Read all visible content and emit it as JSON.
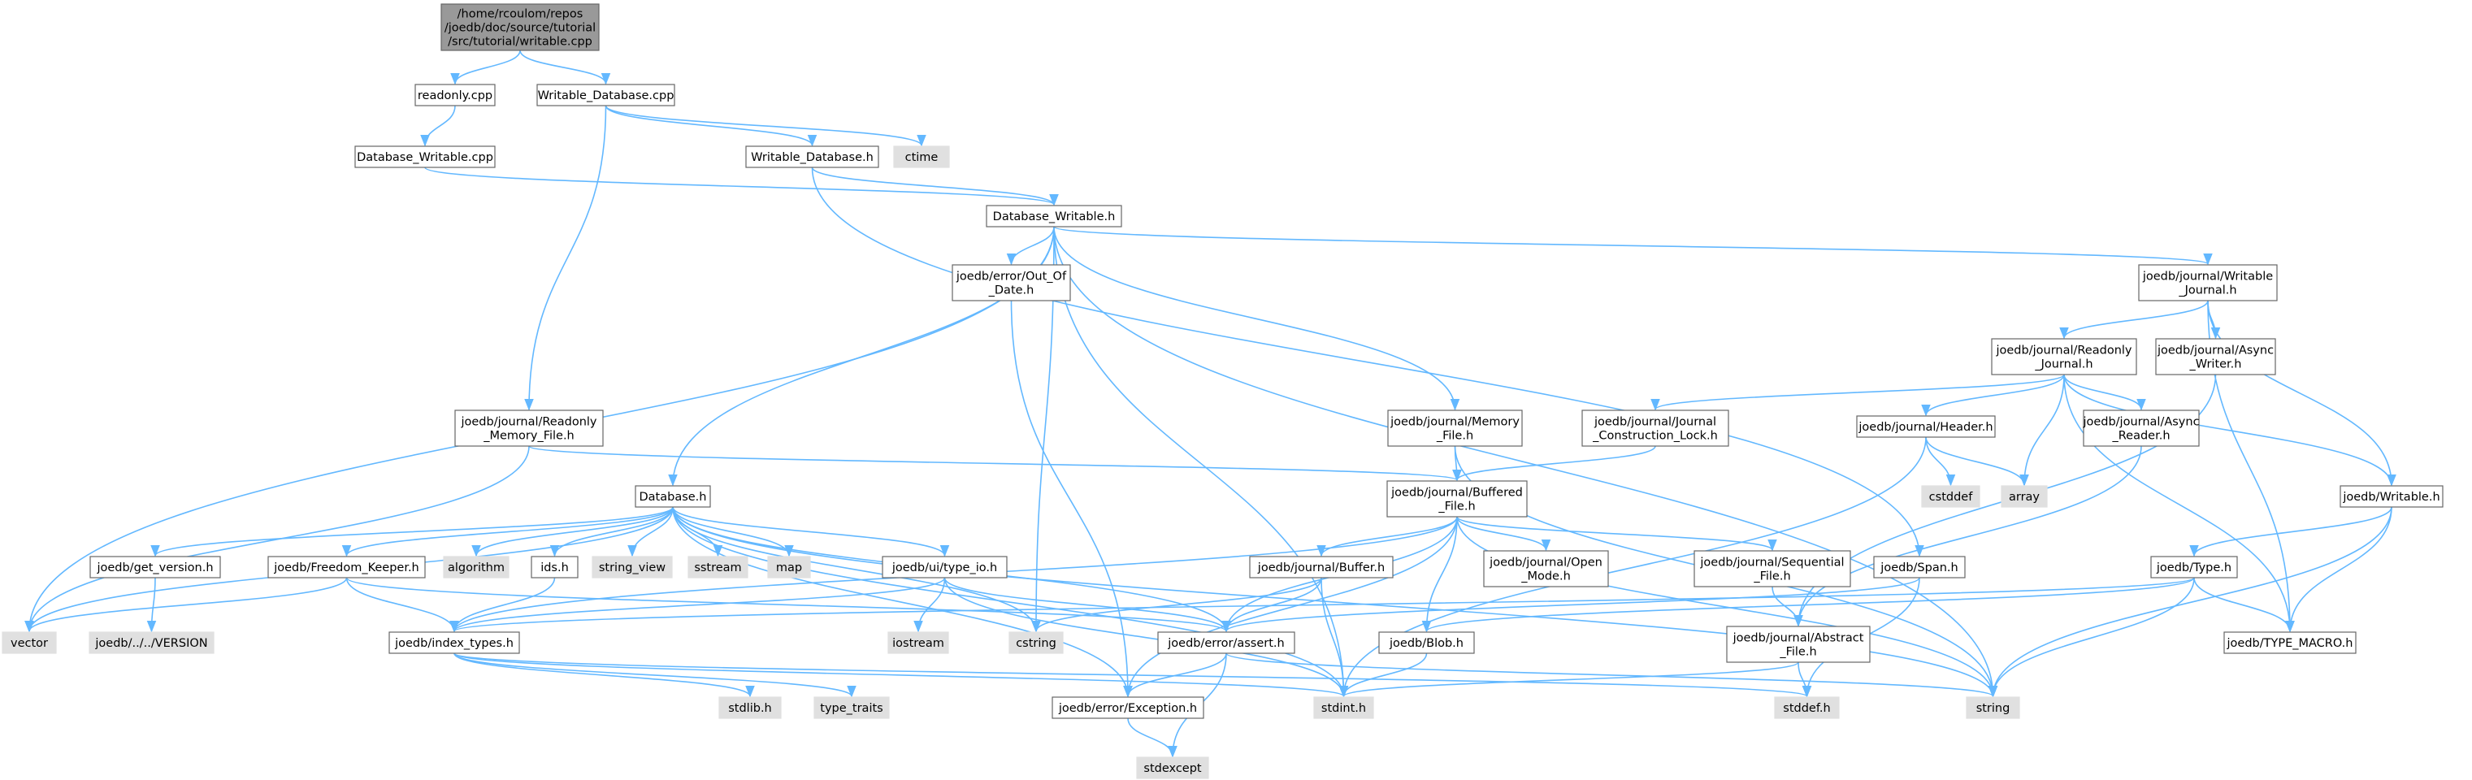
{
  "colors": {
    "edge": "#63b8ff",
    "root_fill": "#999999",
    "root_stroke": "#666666",
    "file_fill": "#ffffff",
    "file_stroke": "#666666",
    "system_fill": "#e0e0e0",
    "system_stroke": "#e0e0e0"
  },
  "nodes": [
    {
      "id": "root",
      "kind": "root",
      "label": [
        "/home/rcoulom/repos",
        "/joedb/doc/source/tutorial",
        "/src/tutorial/writable.cpp"
      ]
    },
    {
      "id": "readonly_cpp",
      "kind": "file",
      "label": [
        "readonly.cpp"
      ]
    },
    {
      "id": "writable_database_cpp",
      "kind": "file",
      "label": [
        "Writable_Database.cpp"
      ]
    },
    {
      "id": "database_writable_cpp",
      "kind": "file",
      "label": [
        "Database_Writable.cpp"
      ]
    },
    {
      "id": "writable_database_h",
      "kind": "file",
      "label": [
        "Writable_Database.h"
      ]
    },
    {
      "id": "ctime",
      "kind": "system",
      "label": [
        "ctime"
      ]
    },
    {
      "id": "database_writable_h",
      "kind": "file",
      "label": [
        "Database_Writable.h"
      ]
    },
    {
      "id": "out_of_date_h",
      "kind": "file",
      "label": [
        "joedb/error/Out_Of",
        "_Date.h"
      ]
    },
    {
      "id": "writable_journal_h",
      "kind": "file",
      "label": [
        "joedb/journal/Writable",
        "_Journal.h"
      ]
    },
    {
      "id": "readonly_journal_h",
      "kind": "file",
      "label": [
        "joedb/journal/Readonly",
        "_Journal.h"
      ]
    },
    {
      "id": "async_writer_h",
      "kind": "file",
      "label": [
        "joedb/journal/Async",
        "_Writer.h"
      ]
    },
    {
      "id": "readonly_memory_file_h",
      "kind": "file",
      "label": [
        "joedb/journal/Readonly",
        "_Memory_File.h"
      ]
    },
    {
      "id": "memory_file_h",
      "kind": "file",
      "label": [
        "joedb/journal/Memory",
        "_File.h"
      ]
    },
    {
      "id": "journal_construction_lock_h",
      "kind": "file",
      "label": [
        "joedb/journal/Journal",
        "_Construction_Lock.h"
      ]
    },
    {
      "id": "header_h",
      "kind": "file",
      "label": [
        "joedb/journal/Header.h"
      ]
    },
    {
      "id": "async_reader_h",
      "kind": "file",
      "label": [
        "joedb/journal/Async",
        "_Reader.h"
      ]
    },
    {
      "id": "cstddef",
      "kind": "system",
      "label": [
        "cstddef"
      ]
    },
    {
      "id": "array",
      "kind": "system",
      "label": [
        "array"
      ]
    },
    {
      "id": "writable_h",
      "kind": "file",
      "label": [
        "joedb/Writable.h"
      ]
    },
    {
      "id": "database_h",
      "kind": "file",
      "label": [
        "Database.h"
      ]
    },
    {
      "id": "buffered_file_h",
      "kind": "file",
      "label": [
        "joedb/journal/Buffered",
        "_File.h"
      ]
    },
    {
      "id": "get_version_h",
      "kind": "file",
      "label": [
        "joedb/get_version.h"
      ]
    },
    {
      "id": "freedom_keeper_h",
      "kind": "file",
      "label": [
        "joedb/Freedom_Keeper.h"
      ]
    },
    {
      "id": "algorithm",
      "kind": "system",
      "label": [
        "algorithm"
      ]
    },
    {
      "id": "ids_h",
      "kind": "file",
      "label": [
        "ids.h"
      ]
    },
    {
      "id": "string_view",
      "kind": "system",
      "label": [
        "string_view"
      ]
    },
    {
      "id": "sstream",
      "kind": "system",
      "label": [
        "sstream"
      ]
    },
    {
      "id": "map",
      "kind": "system",
      "label": [
        "map"
      ]
    },
    {
      "id": "type_io_h",
      "kind": "file",
      "label": [
        "joedb/ui/type_io.h"
      ]
    },
    {
      "id": "buffer_h",
      "kind": "file",
      "label": [
        "joedb/journal/Buffer.h"
      ]
    },
    {
      "id": "open_mode_h",
      "kind": "file",
      "label": [
        "joedb/journal/Open",
        "_Mode.h"
      ]
    },
    {
      "id": "sequential_file_h",
      "kind": "file",
      "label": [
        "joedb/journal/Sequential",
        "_File.h"
      ]
    },
    {
      "id": "span_h",
      "kind": "file",
      "label": [
        "joedb/Span.h"
      ]
    },
    {
      "id": "type_h",
      "kind": "file",
      "label": [
        "joedb/Type.h"
      ]
    },
    {
      "id": "vector",
      "kind": "system",
      "label": [
        "vector"
      ]
    },
    {
      "id": "version",
      "kind": "system",
      "label": [
        "joedb/../../VERSION"
      ]
    },
    {
      "id": "index_types_h",
      "kind": "file",
      "label": [
        "joedb/index_types.h"
      ]
    },
    {
      "id": "iostream",
      "kind": "system",
      "label": [
        "iostream"
      ]
    },
    {
      "id": "cstring",
      "kind": "system",
      "label": [
        "cstring"
      ]
    },
    {
      "id": "assert_h",
      "kind": "file",
      "label": [
        "joedb/error/assert.h"
      ]
    },
    {
      "id": "blob_h",
      "kind": "file",
      "label": [
        "joedb/Blob.h"
      ]
    },
    {
      "id": "abstract_file_h",
      "kind": "file",
      "label": [
        "joedb/journal/Abstract",
        "_File.h"
      ]
    },
    {
      "id": "type_macro_h",
      "kind": "file",
      "label": [
        "joedb/TYPE_MACRO.h"
      ]
    },
    {
      "id": "stdlib_h",
      "kind": "system",
      "label": [
        "stdlib.h"
      ]
    },
    {
      "id": "type_traits",
      "kind": "system",
      "label": [
        "type_traits"
      ]
    },
    {
      "id": "exception_h",
      "kind": "file",
      "label": [
        "joedb/error/Exception.h"
      ]
    },
    {
      "id": "stdint_h",
      "kind": "system",
      "label": [
        "stdint.h"
      ]
    },
    {
      "id": "stddef_h",
      "kind": "system",
      "label": [
        "stddef.h"
      ]
    },
    {
      "id": "string",
      "kind": "system",
      "label": [
        "string"
      ]
    },
    {
      "id": "stdexcept",
      "kind": "system",
      "label": [
        "stdexcept"
      ]
    }
  ],
  "edges": [
    [
      "root",
      "readonly_cpp"
    ],
    [
      "root",
      "writable_database_cpp"
    ],
    [
      "readonly_cpp",
      "database_writable_cpp"
    ],
    [
      "writable_database_cpp",
      "writable_database_h"
    ],
    [
      "writable_database_cpp",
      "ctime"
    ],
    [
      "writable_database_cpp",
      "readonly_memory_file_h"
    ],
    [
      "database_writable_cpp",
      "database_writable_h"
    ],
    [
      "writable_database_h",
      "database_writable_h"
    ],
    [
      "writable_database_h",
      "span_h"
    ],
    [
      "database_writable_h",
      "vector"
    ],
    [
      "database_writable_h",
      "database_h"
    ],
    [
      "database_writable_h",
      "out_of_date_h"
    ],
    [
      "database_writable_h",
      "cstring"
    ],
    [
      "database_writable_h",
      "stdint_h"
    ],
    [
      "database_writable_h",
      "memory_file_h"
    ],
    [
      "database_writable_h",
      "writable_journal_h"
    ],
    [
      "database_writable_h",
      "string"
    ],
    [
      "out_of_date_h",
      "exception_h"
    ],
    [
      "writable_journal_h",
      "readonly_journal_h"
    ],
    [
      "writable_journal_h",
      "async_writer_h"
    ],
    [
      "writable_journal_h",
      "writable_h"
    ],
    [
      "writable_journal_h",
      "type_macro_h"
    ],
    [
      "readonly_journal_h",
      "journal_construction_lock_h"
    ],
    [
      "readonly_journal_h",
      "header_h"
    ],
    [
      "readonly_journal_h",
      "array"
    ],
    [
      "readonly_journal_h",
      "async_reader_h"
    ],
    [
      "readonly_journal_h",
      "writable_h"
    ],
    [
      "readonly_journal_h",
      "type_macro_h"
    ],
    [
      "async_writer_h",
      "abstract_file_h"
    ],
    [
      "readonly_memory_file_h",
      "vector"
    ],
    [
      "readonly_memory_file_h",
      "buffered_file_h"
    ],
    [
      "memory_file_h",
      "buffered_file_h"
    ],
    [
      "memory_file_h",
      "string"
    ],
    [
      "journal_construction_lock_h",
      "buffered_file_h"
    ],
    [
      "header_h",
      "cstddef"
    ],
    [
      "header_h",
      "array"
    ],
    [
      "header_h",
      "stdint_h"
    ],
    [
      "async_reader_h",
      "abstract_file_h"
    ],
    [
      "writable_h",
      "type_h"
    ],
    [
      "writable_h",
      "type_macro_h"
    ],
    [
      "writable_h",
      "string"
    ],
    [
      "database_h",
      "vector"
    ],
    [
      "database_h",
      "get_version_h"
    ],
    [
      "database_h",
      "freedom_keeper_h"
    ],
    [
      "database_h",
      "algorithm"
    ],
    [
      "database_h",
      "ids_h"
    ],
    [
      "database_h",
      "string_view"
    ],
    [
      "database_h",
      "sstream"
    ],
    [
      "database_h",
      "map"
    ],
    [
      "database_h",
      "type_io_h"
    ],
    [
      "database_h",
      "cstring"
    ],
    [
      "database_h",
      "assert_h"
    ],
    [
      "database_h",
      "exception_h"
    ],
    [
      "database_h",
      "string"
    ],
    [
      "database_h",
      "stdint_h"
    ],
    [
      "buffered_file_h",
      "index_types_h"
    ],
    [
      "buffered_file_h",
      "buffer_h"
    ],
    [
      "buffered_file_h",
      "open_mode_h"
    ],
    [
      "buffered_file_h",
      "sequential_file_h"
    ],
    [
      "buffered_file_h",
      "assert_h"
    ],
    [
      "buffered_file_h",
      "blob_h"
    ],
    [
      "buffered_file_h",
      "exception_h"
    ],
    [
      "buffered_file_h",
      "string"
    ],
    [
      "get_version_h",
      "version"
    ],
    [
      "freedom_keeper_h",
      "vector"
    ],
    [
      "freedom_keeper_h",
      "index_types_h"
    ],
    [
      "freedom_keeper_h",
      "assert_h"
    ],
    [
      "ids_h",
      "index_types_h"
    ],
    [
      "type_io_h",
      "index_types_h"
    ],
    [
      "type_io_h",
      "iostream"
    ],
    [
      "type_io_h",
      "assert_h"
    ],
    [
      "type_io_h",
      "stdint_h"
    ],
    [
      "buffer_h",
      "cstring"
    ],
    [
      "buffer_h",
      "assert_h"
    ],
    [
      "buffer_h",
      "stdint_h"
    ],
    [
      "sequential_file_h",
      "abstract_file_h"
    ],
    [
      "span_h",
      "assert_h"
    ],
    [
      "span_h",
      "stddef_h"
    ],
    [
      "type_h",
      "index_types_h"
    ],
    [
      "type_h",
      "blob_h"
    ],
    [
      "type_h",
      "type_macro_h"
    ],
    [
      "type_h",
      "string"
    ],
    [
      "index_types_h",
      "stdlib_h"
    ],
    [
      "index_types_h",
      "type_traits"
    ],
    [
      "index_types_h",
      "stdint_h"
    ],
    [
      "index_types_h",
      "stddef_h"
    ],
    [
      "assert_h",
      "exception_h"
    ],
    [
      "assert_h",
      "stdexcept"
    ],
    [
      "assert_h",
      "string"
    ],
    [
      "blob_h",
      "stdint_h"
    ],
    [
      "abstract_file_h",
      "stddef_h"
    ],
    [
      "abstract_file_h",
      "stdint_h"
    ],
    [
      "exception_h",
      "stdexcept"
    ]
  ]
}
